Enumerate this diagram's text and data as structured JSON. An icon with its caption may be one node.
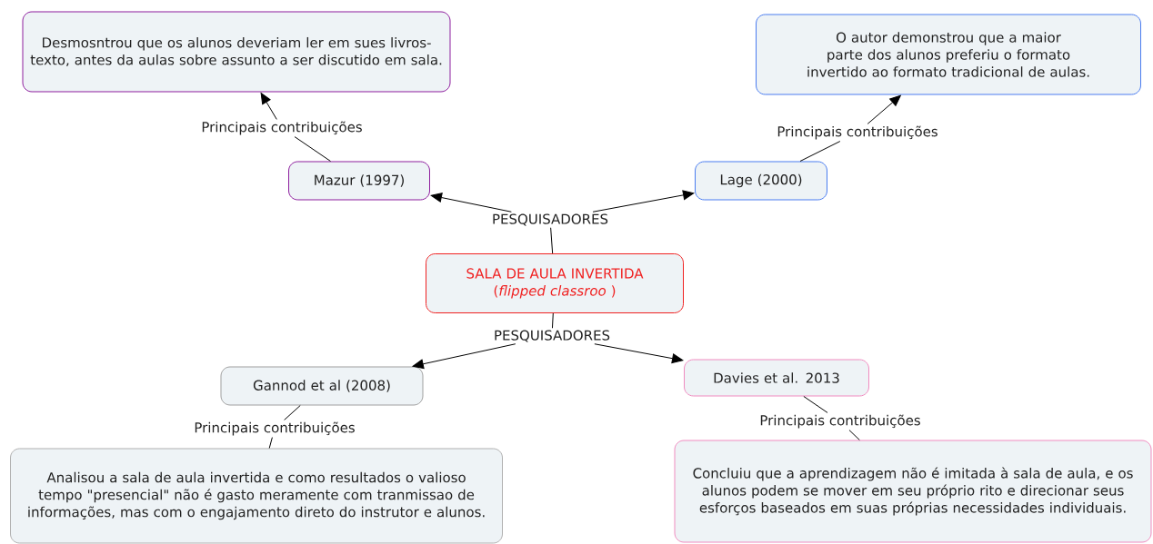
{
  "diagram": {
    "nodes": [
      {
        "text": [
          "Desmosntrou que os alunos deveriam ler em sues livros-texto, antes da aulas sobre assunto a ser discutido em sala."
        ]
      },
      {
        "text": [
          "O autor demonstrou que a maior parte dos alunos  preferiu o formato invertido ao formato tradicional de aulas."
        ]
      },
      {
        "text": [
          "Principais contribuições"
        ]
      },
      {
        "text": [
          "Principais contribuições"
        ]
      },
      {
        "text": [
          "Mazur (1997)"
        ]
      },
      {
        "text": [
          "Lage (2000)"
        ]
      },
      {
        "text": [
          "PESQUISADORES"
        ]
      },
      {
        "text": [
          "SALA DE AULA INVERTIDA",
          "(*flipped classroo* )"
        ]
      },
      {
        "text": [
          "PESQUISADORES"
        ]
      },
      {
        "text": [
          "Gannod et al (2008)"
        ]
      },
      {
        "text": [
          "Davies et al. 2013"
        ]
      },
      {
        "text": [
          "Principais contribuições"
        ]
      },
      {
        "text": [
          "Principais contribuições"
        ]
      },
      {
        "text": [
          "Analisou a sala de aula invertida e como resultados o valioso tempo \"presencial\" não é gasto meramente com tranmissao de informações, mas com o engajamento direto do instrutor e alunos."
        ]
      },
      {
        "text": [
          "Concluiu que a aprendizagem não é imitada à sala de aula, e os alunos podem se mover em seu próprio rito e direcionar seus esforços baseados em suas próprias necessidades individuais."
        ]
      }
    ],
    "edges": [
      {
        "from": 7,
        "to": 6,
        "arrow": "none"
      },
      {
        "from": 6,
        "to": 4,
        "arrow": "to"
      },
      {
        "from": 6,
        "to": 5,
        "arrow": "to"
      },
      {
        "from": 4,
        "to": 2,
        "arrow": "none"
      },
      {
        "from": 2,
        "to": 0,
        "arrow": "to"
      },
      {
        "from": 5,
        "to": 3,
        "arrow": "none"
      },
      {
        "from": 3,
        "to": 1,
        "arrow": "to"
      },
      {
        "from": 7,
        "to": 8,
        "arrow": "none"
      },
      {
        "from": 8,
        "to": 9,
        "arrow": "to"
      },
      {
        "from": 8,
        "to": 10,
        "arrow": "to"
      },
      {
        "from": 9,
        "to": 11,
        "arrow": "none"
      },
      {
        "from": 11,
        "to": 13,
        "arrow": "none"
      },
      {
        "from": 10,
        "to": 12,
        "arrow": "none"
      },
      {
        "from": 12,
        "to": 14,
        "arrow": "none"
      }
    ]
  }
}
